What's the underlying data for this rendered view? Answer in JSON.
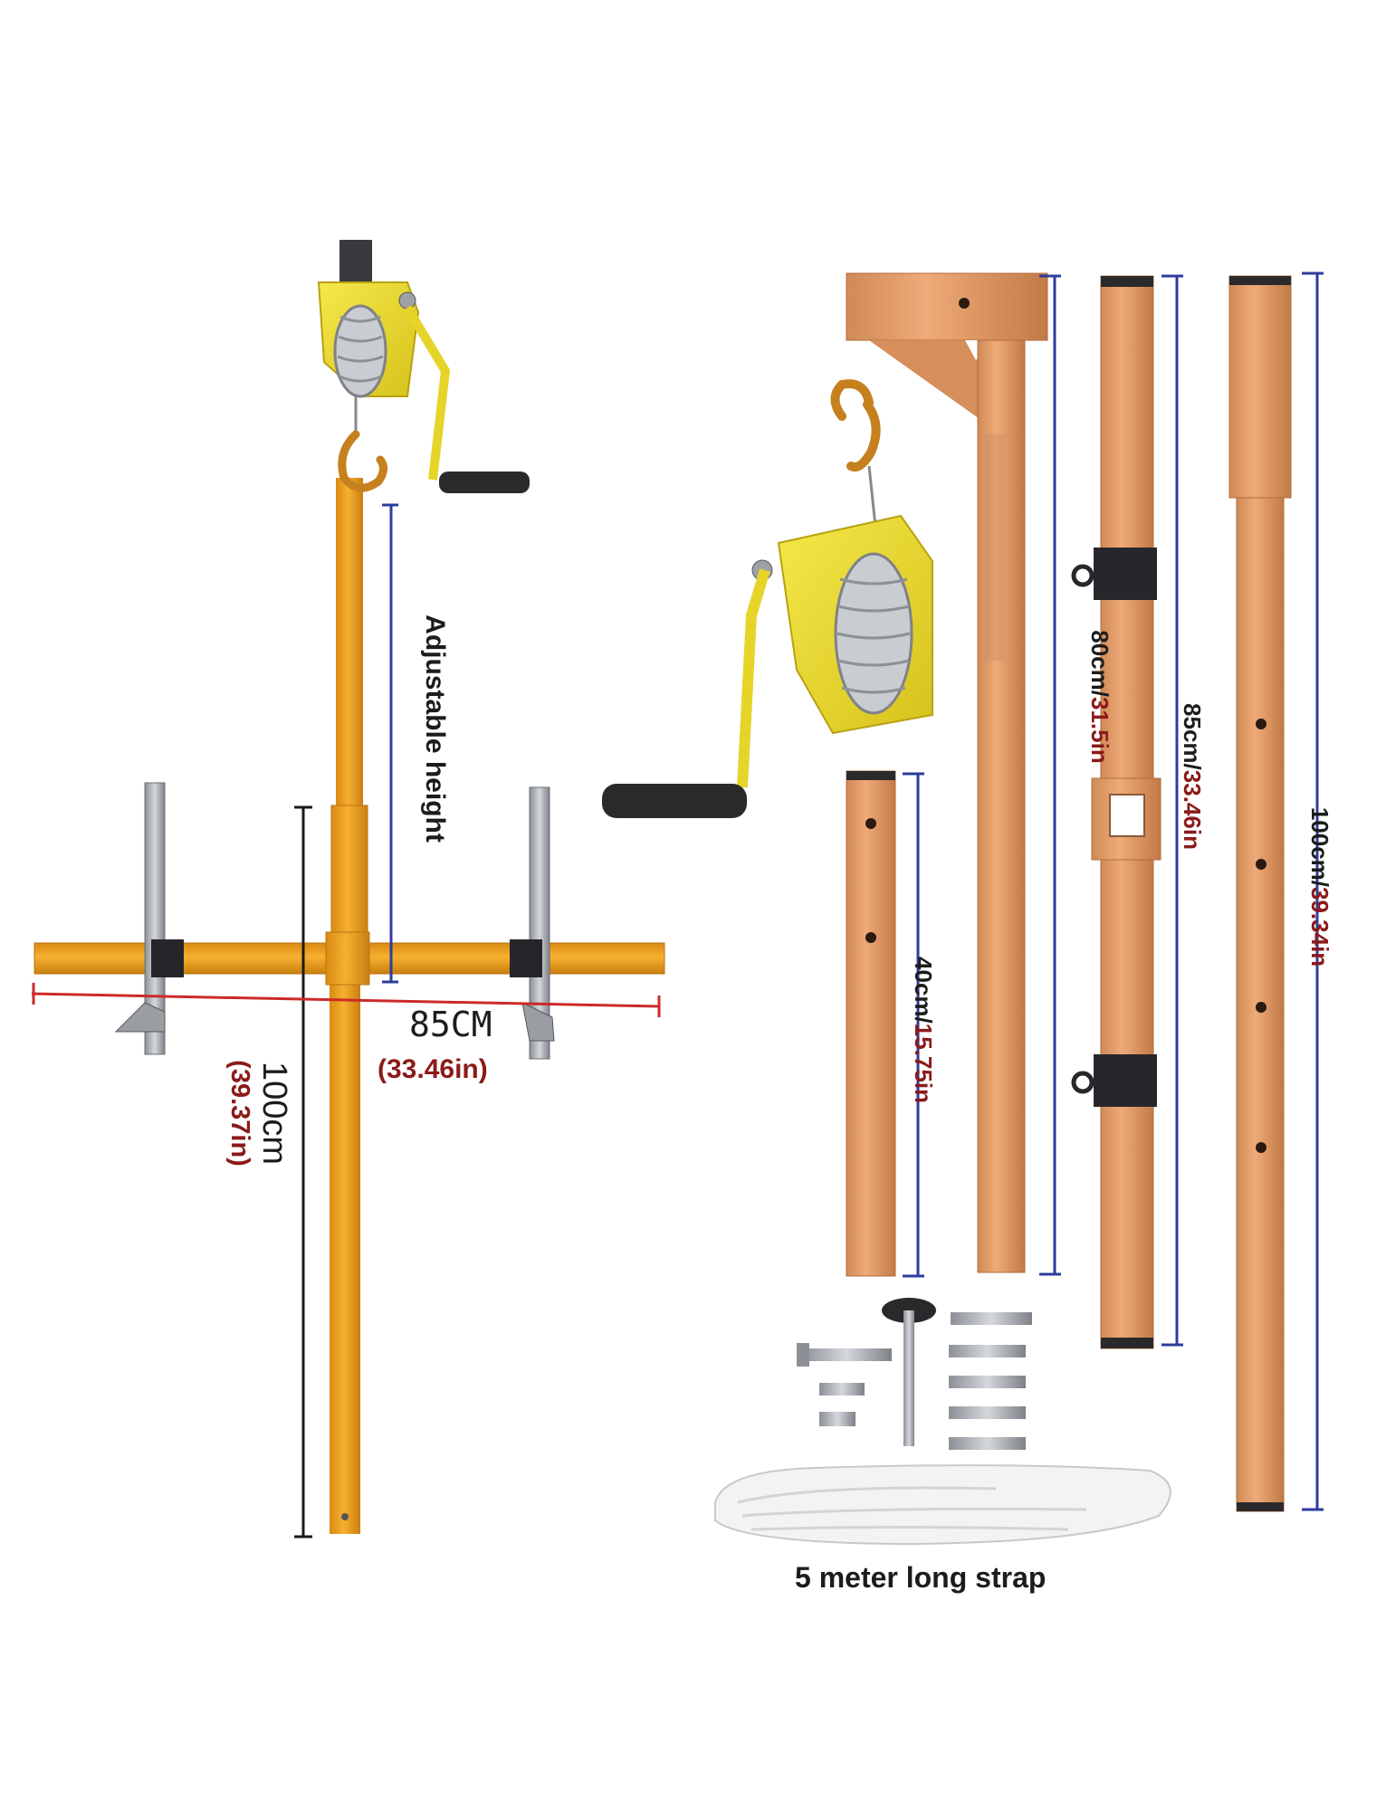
{
  "colors": {
    "frame": "#f0a020",
    "frame_dark": "#c97f10",
    "part": "#e8a06a",
    "part_dark": "#c9804c",
    "winch": "#eedc2a",
    "dim_blue": "#2c3d9e",
    "dim_black": "#1a1a1a",
    "dim_red": "#cc2a2a",
    "text_red": "#8b1a1a"
  },
  "icons": [
    "hand-winch-icon",
    "hook-icon",
    "crank-handle-icon",
    "bolt-icon",
    "strap-coil-icon"
  ],
  "labels": {
    "adjustable_height": "Adjustable height",
    "base_width_cm": "85CM",
    "base_width_in": "(33.46in)",
    "mast_height_cm": "100cm",
    "mast_height_in": "(39.37in)",
    "arm_cm": "80cm/",
    "arm_in": "31.5in",
    "bar85_cm": "85cm/",
    "bar85_in": "33.46in",
    "bar100_cm": "100cm/",
    "bar100_in": "39.34in",
    "bar40_cm": "40cm/",
    "bar40_in": "15.75in",
    "strap": "5 meter long strap"
  }
}
